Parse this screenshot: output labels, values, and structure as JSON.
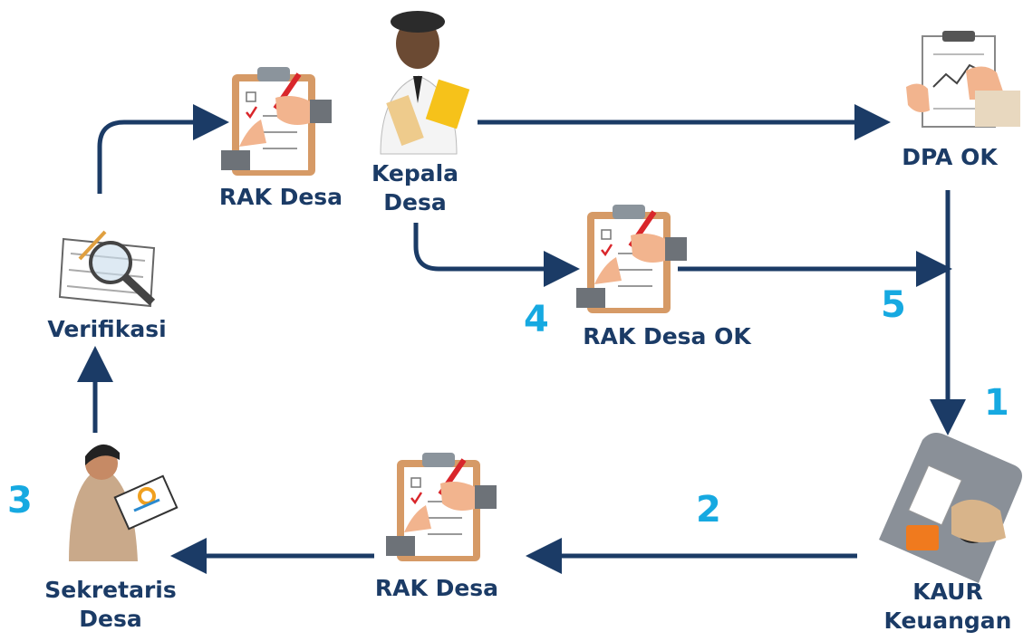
{
  "colors": {
    "arrow": "#1b3b66",
    "label": "#1b3b66",
    "step": "#16a9e1"
  },
  "nodes": {
    "kepala_desa": {
      "label": "Kepala Desa",
      "icon": "village-head-icon"
    },
    "dpa_ok": {
      "label": "DPA OK",
      "icon": "signing-document-icon"
    },
    "rak_desa_top": {
      "label": "RAK Desa",
      "icon": "checklist-clipboard-icon"
    },
    "rak_desa_ok": {
      "label": "RAK Desa OK",
      "icon": "checklist-clipboard-icon"
    },
    "verifikasi": {
      "label": "Verifikasi",
      "icon": "magnifier-document-icon"
    },
    "kaur_keuangan": {
      "label": "KAUR Keuangan",
      "icon": "desk-worker-icon"
    },
    "rak_desa_bottom": {
      "label": "RAK Desa",
      "icon": "checklist-clipboard-icon"
    },
    "sekretaris_desa": {
      "label": "Sekretaris Desa",
      "icon": "secretary-tablet-icon"
    }
  },
  "steps": [
    "1",
    "2",
    "3",
    "4",
    "5"
  ]
}
